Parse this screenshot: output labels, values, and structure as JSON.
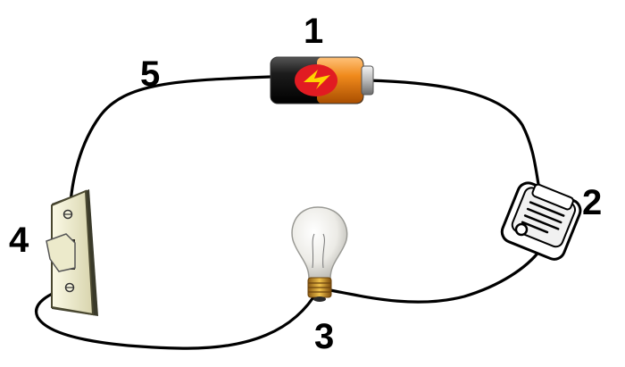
{
  "diagram": {
    "labels": {
      "battery": "1",
      "resistor": "2",
      "bulb": "3",
      "switch": "4",
      "wire": "5"
    }
  }
}
